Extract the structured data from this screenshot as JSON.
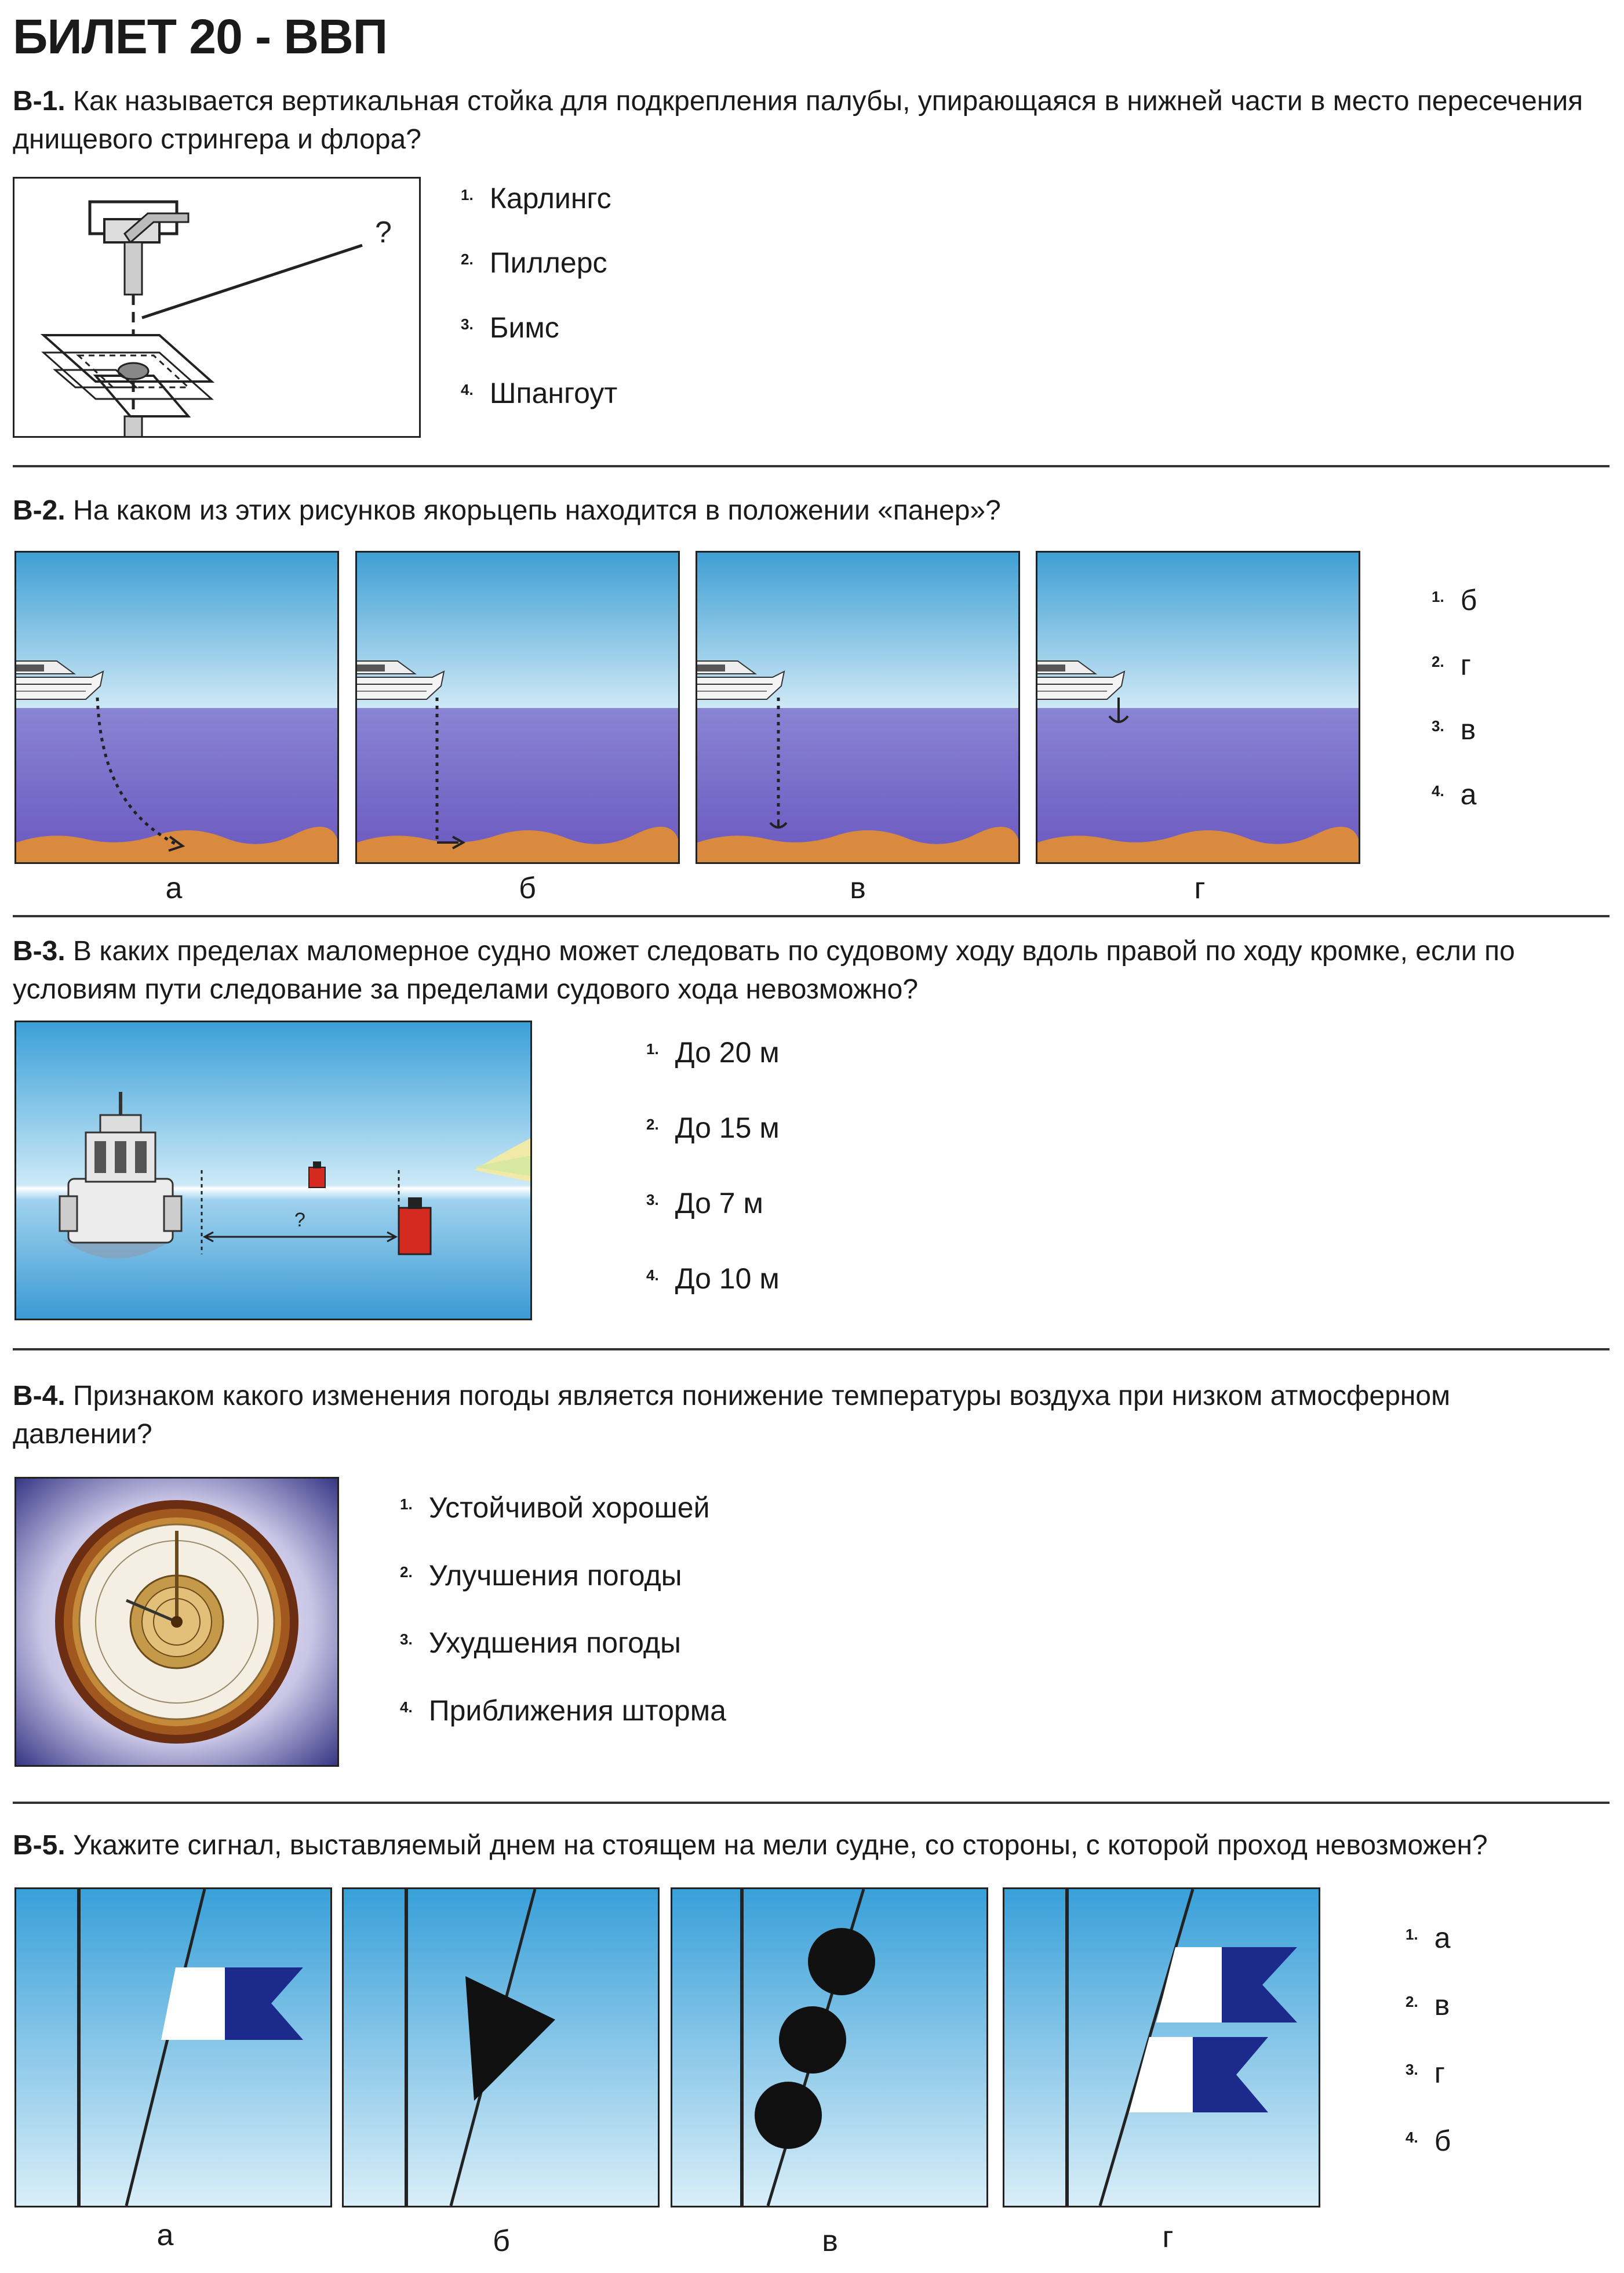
{
  "title": "БИЛЕТ 20 - ВВП",
  "questions": [
    {
      "num": "В-1.",
      "text": "Как называется вертикальная стойка для подкрепления палубы, упирающаяся в нижней части в место пересечения днищевого стрингера и флора?",
      "figure_mark": "?",
      "options": [
        {
          "n": "1.",
          "t": "Карлингс"
        },
        {
          "n": "2.",
          "t": "Пиллерс"
        },
        {
          "n": "3.",
          "t": "Бимс"
        },
        {
          "n": "4.",
          "t": "Шпангоут"
        }
      ]
    },
    {
      "num": "В-2.",
      "text": "На каком из этих рисунков якорьцепь находится в положении «панер»?",
      "panel_labels": [
        "а",
        "б",
        "в",
        "г"
      ],
      "options": [
        {
          "n": "1.",
          "t": "б"
        },
        {
          "n": "2.",
          "t": "г"
        },
        {
          "n": "3.",
          "t": "в"
        },
        {
          "n": "4.",
          "t": "а"
        }
      ]
    },
    {
      "num": "В-3.",
      "text": "В каких пределах маломерное судно может следовать по судовому ходу вдоль правой по ходу кромке, если по условиям пути следование за пределами судового хода невозможно?",
      "figure_mark": "?",
      "options": [
        {
          "n": "1.",
          "t": "До 20 м"
        },
        {
          "n": "2.",
          "t": "До 15 м"
        },
        {
          "n": "3.",
          "t": "До 7 м"
        },
        {
          "n": "4.",
          "t": "До 10 м"
        }
      ]
    },
    {
      "num": "В-4.",
      "text": "Признаком какого изменения погоды является понижение температуры воздуха при низком атмосферном давлении?",
      "options": [
        {
          "n": "1.",
          "t": "Устойчивой хорошей"
        },
        {
          "n": "2.",
          "t": "Улучшения погоды"
        },
        {
          "n": "3.",
          "t": "Ухудшения погоды"
        },
        {
          "n": "4.",
          "t": "Приближения шторма"
        }
      ]
    },
    {
      "num": "В-5.",
      "text": "Укажите сигнал, выставляемый днем на стоящем на мели судне, со стороны, с которой проход невозможен?",
      "panel_labels": [
        "а",
        "б",
        "в",
        "г"
      ],
      "options": [
        {
          "n": "1.",
          "t": "а"
        },
        {
          "n": "2.",
          "t": "в"
        },
        {
          "n": "3.",
          "t": "г"
        },
        {
          "n": "4.",
          "t": "б"
        }
      ]
    }
  ],
  "colors": {
    "sky_top": "#4aa8d8",
    "sea": "#7c6cc8",
    "sand": "#d98a3e",
    "flag_blue": "#1c2a8c",
    "buoy_red": "#d42a20"
  }
}
